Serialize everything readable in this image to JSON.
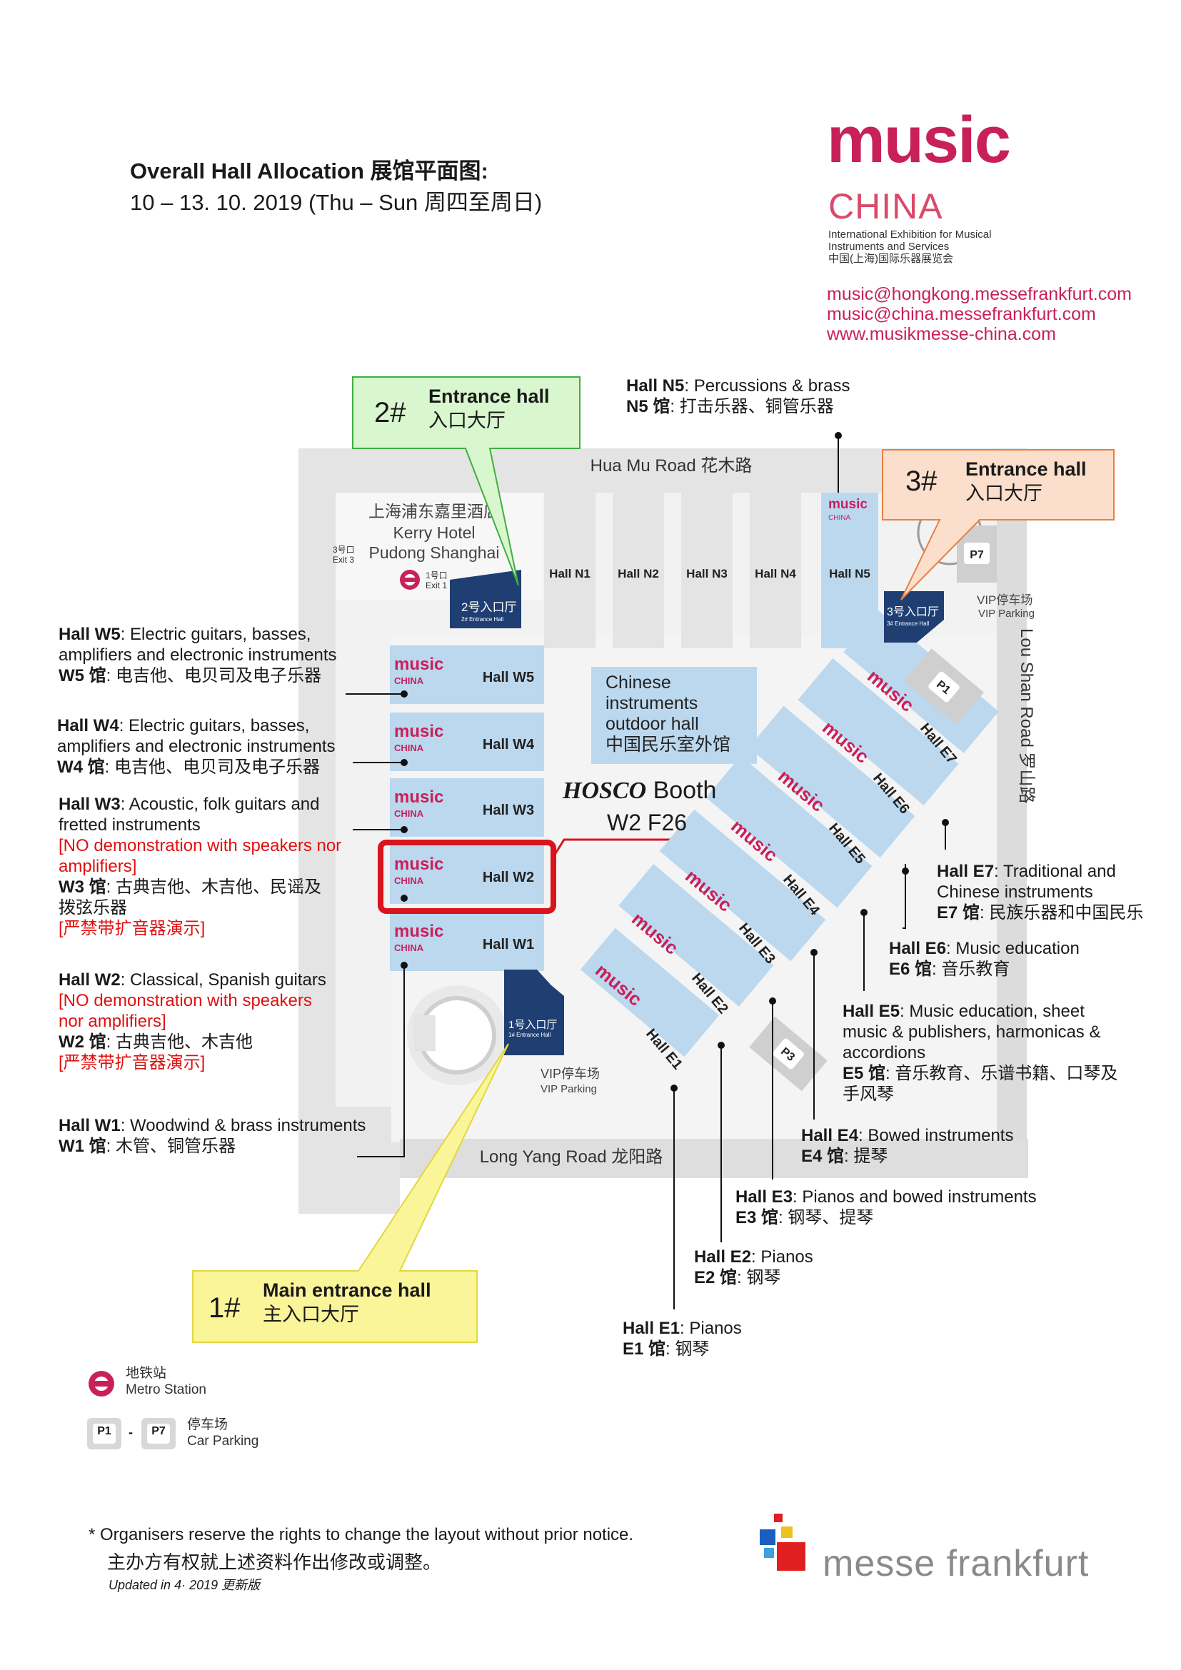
{
  "header": {
    "title_bold": "Overall Hall Allocation",
    "title_cn": "展馆平面图",
    "title_colon": ":",
    "dates": "10 – 13. 10. 2019  (Thu – Sun 周四至周日)"
  },
  "brand": {
    "music": "music",
    "china": "CHINA",
    "sub_line1": "International Exhibition for Musical",
    "sub_line2": "Instruments and Services",
    "sub_line3": "中国(上海)国际乐器展览会",
    "email1": "music@hongkong.messefrankfurt.com",
    "email2": "music@china.messefrankfurt.com",
    "website": "www.musikmesse-china.com",
    "color": "#c8205a"
  },
  "entrances": {
    "e2": {
      "num": "2#",
      "title": "Entrance hall",
      "cn": "入口大厅",
      "color": "#d9f7cf"
    },
    "e3": {
      "num": "3#",
      "title": "Entrance hall",
      "cn": "入口大厅",
      "color": "#fbdfcc"
    },
    "e1": {
      "num": "1#",
      "title": "Main entrance hall",
      "cn": "主入口大厅",
      "color": "#fbf59a"
    }
  },
  "map": {
    "road_top": "Hua Mu Road 花木路",
    "road_bottom": "Long Yang Road 龙阳路",
    "road_right": "Lou Shan Road 罗山路",
    "hotel_cn": "上海浦东嘉里酒店",
    "hotel_en1": "Kerry Hotel",
    "hotel_en2": "Pudong Shanghai",
    "exit3_cn": "3号口",
    "exit3_en": "Exit 3",
    "exit1_cn": "1号口",
    "exit1_en": "Exit 1",
    "entr2_cn": "2号入口厅",
    "entr2_en": "2# Entrance Hall",
    "entr3_cn": "3号入口厅",
    "entr3_en": "3# Entrance Hall",
    "entr1_cn": "1号入口厅",
    "entr1_en": "1# Entrance Hall",
    "vip_cn": "VIP停车场",
    "vip_en": "VIP Parking",
    "parking": [
      "P7",
      "P1",
      "P3"
    ],
    "halls_top": [
      "Hall N1",
      "Hall N2",
      "Hall N3",
      "Hall N4",
      "Hall N5"
    ],
    "halls_west": [
      "Hall W5",
      "Hall W4",
      "Hall W3",
      "Hall W2",
      "Hall W1"
    ],
    "halls_east": [
      "Hall E1",
      "Hall E2",
      "Hall E3",
      "Hall E4",
      "Hall E5",
      "Hall E6",
      "Hall E7"
    ],
    "hall_music": "music",
    "hall_china": "CHINA",
    "hall_color": "#bcd8ee",
    "road_color": "#e2e2e2",
    "outdoor_en1": "Chinese",
    "outdoor_en2": "instruments",
    "outdoor_en3": "outdoor hall",
    "outdoor_cn": "中国民乐室外馆",
    "hosco_brand": "HOSCO",
    "hosco_booth": "Booth",
    "hosco_stand": "W2 F26",
    "highlight_color": "#d8141c"
  },
  "labels": {
    "n5": {
      "hall": "Hall N5",
      "desc": ": Percussions & brass",
      "cn_hall": "N5 馆",
      "cn": ": 打击乐器、铜管乐器"
    },
    "w5": {
      "hall": "Hall W5",
      "desc": ": Electric guitars, basses,",
      "desc2": "amplifiers and electronic instruments",
      "cn_hall": "W5 馆",
      "cn": ": 电吉他、电贝司及电子乐器"
    },
    "w4": {
      "hall": "Hall W4",
      "desc": ": Electric guitars, basses,",
      "desc2": "amplifiers and electronic instruments",
      "cn_hall": "W4 馆",
      "cn": ": 电吉他、电贝司及电子乐器"
    },
    "w3": {
      "hall": "Hall W3",
      "desc": ": Acoustic, folk guitars and",
      "desc2": "fretted instruments",
      "warn1": "[NO demonstration with speakers nor",
      "warn2": "amplifiers]",
      "cn_hall": "W3 馆",
      "cn": ": 古典吉他、木吉他、民谣及",
      "cn2": "拨弦乐器",
      "cn_warn": "[严禁带扩音器演示]"
    },
    "w2": {
      "hall": "Hall W2",
      "desc": ": Classical, Spanish guitars",
      "warn1": "[NO demonstration with speakers",
      "warn2": "nor amplifiers]",
      "cn_hall": "W2 馆",
      "cn": ": 古典吉他、木吉他",
      "cn_warn": "[严禁带扩音器演示]"
    },
    "w1": {
      "hall": "Hall W1",
      "desc": ": Woodwind & brass instruments",
      "cn_hall": "W1 馆",
      "cn": ": 木管、铜管乐器"
    },
    "e7": {
      "hall": "Hall E7",
      "desc": ": Traditional and",
      "desc2": "Chinese instruments",
      "cn_hall": "E7 馆",
      "cn": ": 民族乐器和中国民乐"
    },
    "e6": {
      "hall": "Hall E6",
      "desc": ": Music education",
      "cn_hall": "E6 馆",
      "cn": ": 音乐教育"
    },
    "e5": {
      "hall": "Hall E5",
      "desc": ": Music education, sheet",
      "desc2": "music & publishers, harmonicas &",
      "desc3": "accordions",
      "cn_hall": "E5 馆",
      "cn": ": 音乐教育、乐谱书籍、口琴及",
      "cn2": "手风琴"
    },
    "e4": {
      "hall": "Hall E4",
      "desc": ": Bowed instruments",
      "cn_hall": "E4 馆",
      "cn": ": 提琴"
    },
    "e3": {
      "hall": "Hall E3",
      "desc": ": Pianos and bowed instruments",
      "cn_hall": "E3 馆",
      "cn": ": 钢琴、提琴"
    },
    "e2": {
      "hall": "Hall E2",
      "desc": ": Pianos",
      "cn_hall": "E2 馆",
      "cn": ": 钢琴"
    },
    "e1": {
      "hall": "Hall E1",
      "desc": ": Pianos",
      "cn_hall": "E1 馆",
      "cn": ": 钢琴"
    }
  },
  "legend": {
    "metro_cn": "地铁站",
    "metro_en": "Metro Station",
    "p_from": "P1",
    "p_dash": "-",
    "p_to": "P7",
    "parking_cn": "停车场",
    "parking_en": "Car Parking"
  },
  "footer": {
    "note_star": "*",
    "note_en": "Organisers reserve the rights to change the layout without prior notice.",
    "note_cn": "主办方有权就上述资料作出修改或调整。",
    "updated": "Updated in 4· 2019 更新版",
    "mf_text": "messe frankfurt"
  }
}
